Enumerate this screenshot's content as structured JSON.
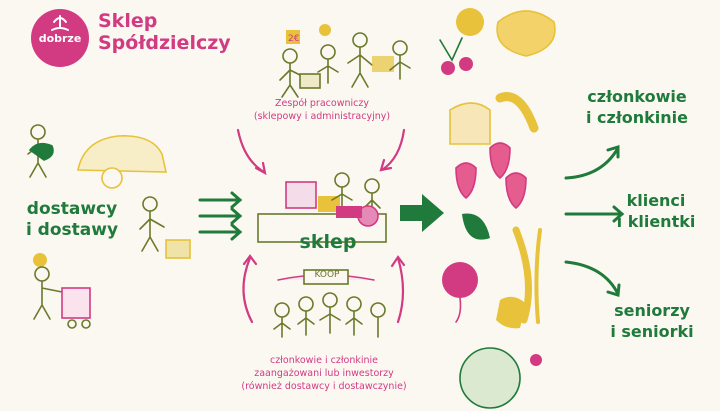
{
  "brand": {
    "logo_text": "dobrze",
    "title_line1": "Sklep",
    "title_line2": "Spółdzielczy"
  },
  "labels": {
    "suppliers_line1": "dostawcy",
    "suppliers_line2": "i dostawy",
    "shop": "sklep",
    "staff_line1": "Zespół pracowniczy",
    "staff_line2": "(sklepowy i administracyjny)",
    "sign_text": "KOOP",
    "members_line1": "członkowie i członkinie",
    "members_line2": "zaangażowani lub inwestorzy",
    "members_line3": "(również dostawcy i dostawczynie)"
  },
  "outputs": [
    {
      "line1": "członkowie",
      "line2": "i członkinie"
    },
    {
      "line1": "klienci",
      "line2": "i klientki"
    },
    {
      "line1": "seniorzy",
      "line2": "i seniorki"
    }
  ],
  "colors": {
    "magenta": "#d23a82",
    "green": "#1f7a3b",
    "olive": "#6a7a2a",
    "yellow": "#e7c23a",
    "background": "#fbf8f1"
  }
}
